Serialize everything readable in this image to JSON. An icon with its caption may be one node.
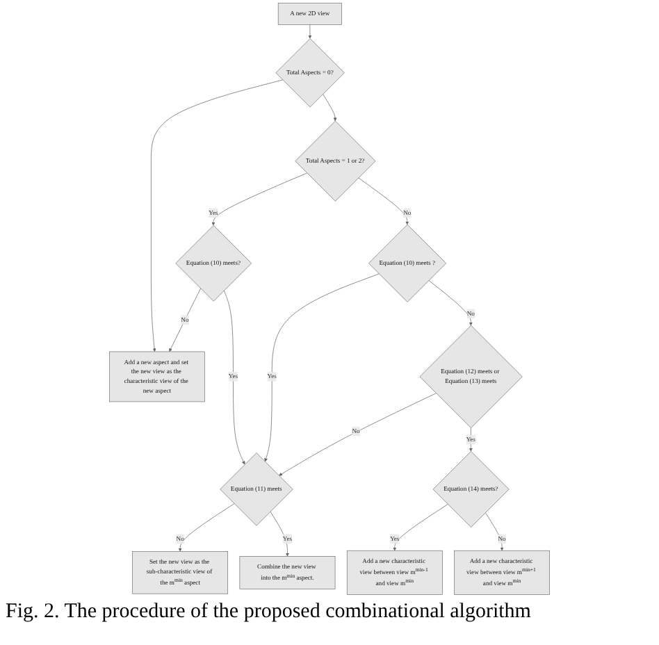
{
  "diagram": {
    "caption": "Fig. 2. The procedure of the proposed combinational algorithm",
    "nodes": [
      {
        "text": [
          "A new 2D view"
        ]
      },
      {
        "text": [
          "Total Aspects = 0?"
        ]
      },
      {
        "text": [
          "Add a new aspect and set the new view as the characteristic view of the new aspect"
        ]
      },
      {
        "text": [
          "Set the new view as the sub-characteristic view of the m$^{min}$ aspect"
        ]
      },
      {
        "text": [
          "Total Aspects = 1 or 2?"
        ]
      },
      {
        "text": [
          "Equation (10) meets?"
        ]
      },
      {
        "text": [
          "Equation (11) meets"
        ]
      },
      {
        "text": [
          "Combine the new view into the m$^{min}$ aspect."
        ]
      },
      {
        "text": [
          "Equation (10) meets ?"
        ]
      },
      {
        "text": [
          "Equation (12) meets or Equation (13) meets"
        ]
      },
      {
        "text": [
          "Equation (14) meets?"
        ]
      },
      {
        "text": [
          "Add a new characteristic view between view m$^{min-1}$ and view m$^{min}$"
        ]
      },
      {
        "text": [
          "Add a new characteristic view between view m$^{min+1}$ and view m$^{min}$"
        ]
      }
    ],
    "edges": [
      {
        "from": 0,
        "to": 1,
        "arrow": "to"
      },
      {
        "from": 1,
        "to": 2,
        "arrow": "to"
      },
      {
        "from": 1,
        "to": 4,
        "arrow": "to"
      },
      {
        "from": 4,
        "to": 5,
        "label": "Yes",
        "arrow": "to"
      },
      {
        "from": 5,
        "to": 2,
        "label": "No",
        "arrow": "to"
      },
      {
        "from": 5,
        "to": 6,
        "label": "Yes",
        "arrow": "to"
      },
      {
        "from": 6,
        "to": 3,
        "label": "No",
        "arrow": "to"
      },
      {
        "from": 6,
        "to": 7,
        "label": "Yes",
        "arrow": "to"
      },
      {
        "from": 4,
        "to": 8,
        "label": "No",
        "arrow": "to"
      },
      {
        "from": 8,
        "to": 6,
        "label": "Yes",
        "arrow": "to"
      },
      {
        "from": 8,
        "to": 9,
        "label": "No",
        "arrow": "to"
      },
      {
        "from": 9,
        "to": 6,
        "label": "No",
        "arrow": "to"
      },
      {
        "from": 9,
        "to": 10,
        "label": "Yes",
        "arrow": "to"
      },
      {
        "from": 10,
        "to": 11,
        "label": "Yes",
        "arrow": "to"
      },
      {
        "from": 10,
        "to": 12,
        "label": "No",
        "arrow": "to"
      }
    ]
  }
}
